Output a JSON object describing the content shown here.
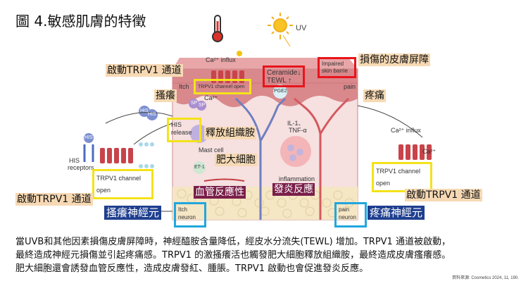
{
  "title": "圖 4.敏感肌膚的特徵",
  "icons": {
    "thermometer": "thermometer-icon",
    "sun": "sun-icon",
    "uv_label": "UV"
  },
  "colors": {
    "red_box": "#e8141b",
    "yellow_box": "#f4e21a",
    "blue_box": "#21a7de",
    "label_orange": "#f6d9b4",
    "label_maroon": "#7a1f4a",
    "label_blue": "#1f3f8f"
  },
  "diagram": {
    "english": {
      "ca_influx_top": "Ca²⁺ influx",
      "ceramide": "Ceramide↓",
      "tewl": "TEWL ↑",
      "impaired_1": "Impaired",
      "impaired_2": "skin barrie",
      "itch": "Itch",
      "trpv1_open_top": "TRPV1 channel open",
      "pain": "pain",
      "pge2": "PGE2",
      "ca_mid": "Ca²⁺",
      "sp": "SP",
      "his": "HIS",
      "his_release_1": "HIS",
      "his_release_2": "release",
      "mast_cell": "Mast cell",
      "et1": "ET-1",
      "il1": "IL-1、",
      "tnf": "TNF-α",
      "inflammation": "inflammation",
      "his_receptors_1": "HIS",
      "his_receptors_2": "receptors",
      "trpv1_left_1": "TRPV1 channel",
      "trpv1_left_2": "open",
      "trpv1_right_1": "TRPV1 channel",
      "trpv1_right_2": "open",
      "ca_influx_right": "Ca²⁺ influx",
      "ca_right": "Ca²⁺",
      "itch_neuron_1": "Itch",
      "itch_neuron_2": "neuron",
      "pain_neuron_1": "pain",
      "pain_neuron_2": "neuron"
    },
    "chinese": {
      "activate_trpv1_top": "啟動TRPV1 通道",
      "itching": "搔癢",
      "release_histamine": "釋放組織胺",
      "mast_cell": "肥大細胞",
      "vascular_reactivity": "血管反應性",
      "inflammatory_response": "發炎反應",
      "damaged_barrier": "損傷的皮膚屏障",
      "pain": "疼痛",
      "activate_trpv1_left": "啟動TRPV1 通道",
      "activate_trpv1_right": "啟動TRPV1 通道",
      "itch_neuron": "搔癢神經元",
      "pain_neuron": "疼痛神經元"
    }
  },
  "paragraph": [
    "當UVB和其他因素損傷皮膚屏障時，神經醯胺含量降低，經皮水分流失(TEWL) 增加。TRPV1 通道被啟動，",
    "最終造成神經元損傷並引起疼痛感。TRPV1 的激搔癢活也觸發肥大細胞釋放組織胺，最終造成皮膚瘙癢感。",
    "肥大細胞還會誘發血管反應性，造成皮膚發紅、腫脹。TRPV1 啟動也會促進發炎反應。"
  ],
  "citation": "資料來源: Cosmetics 2024, 11, 190."
}
